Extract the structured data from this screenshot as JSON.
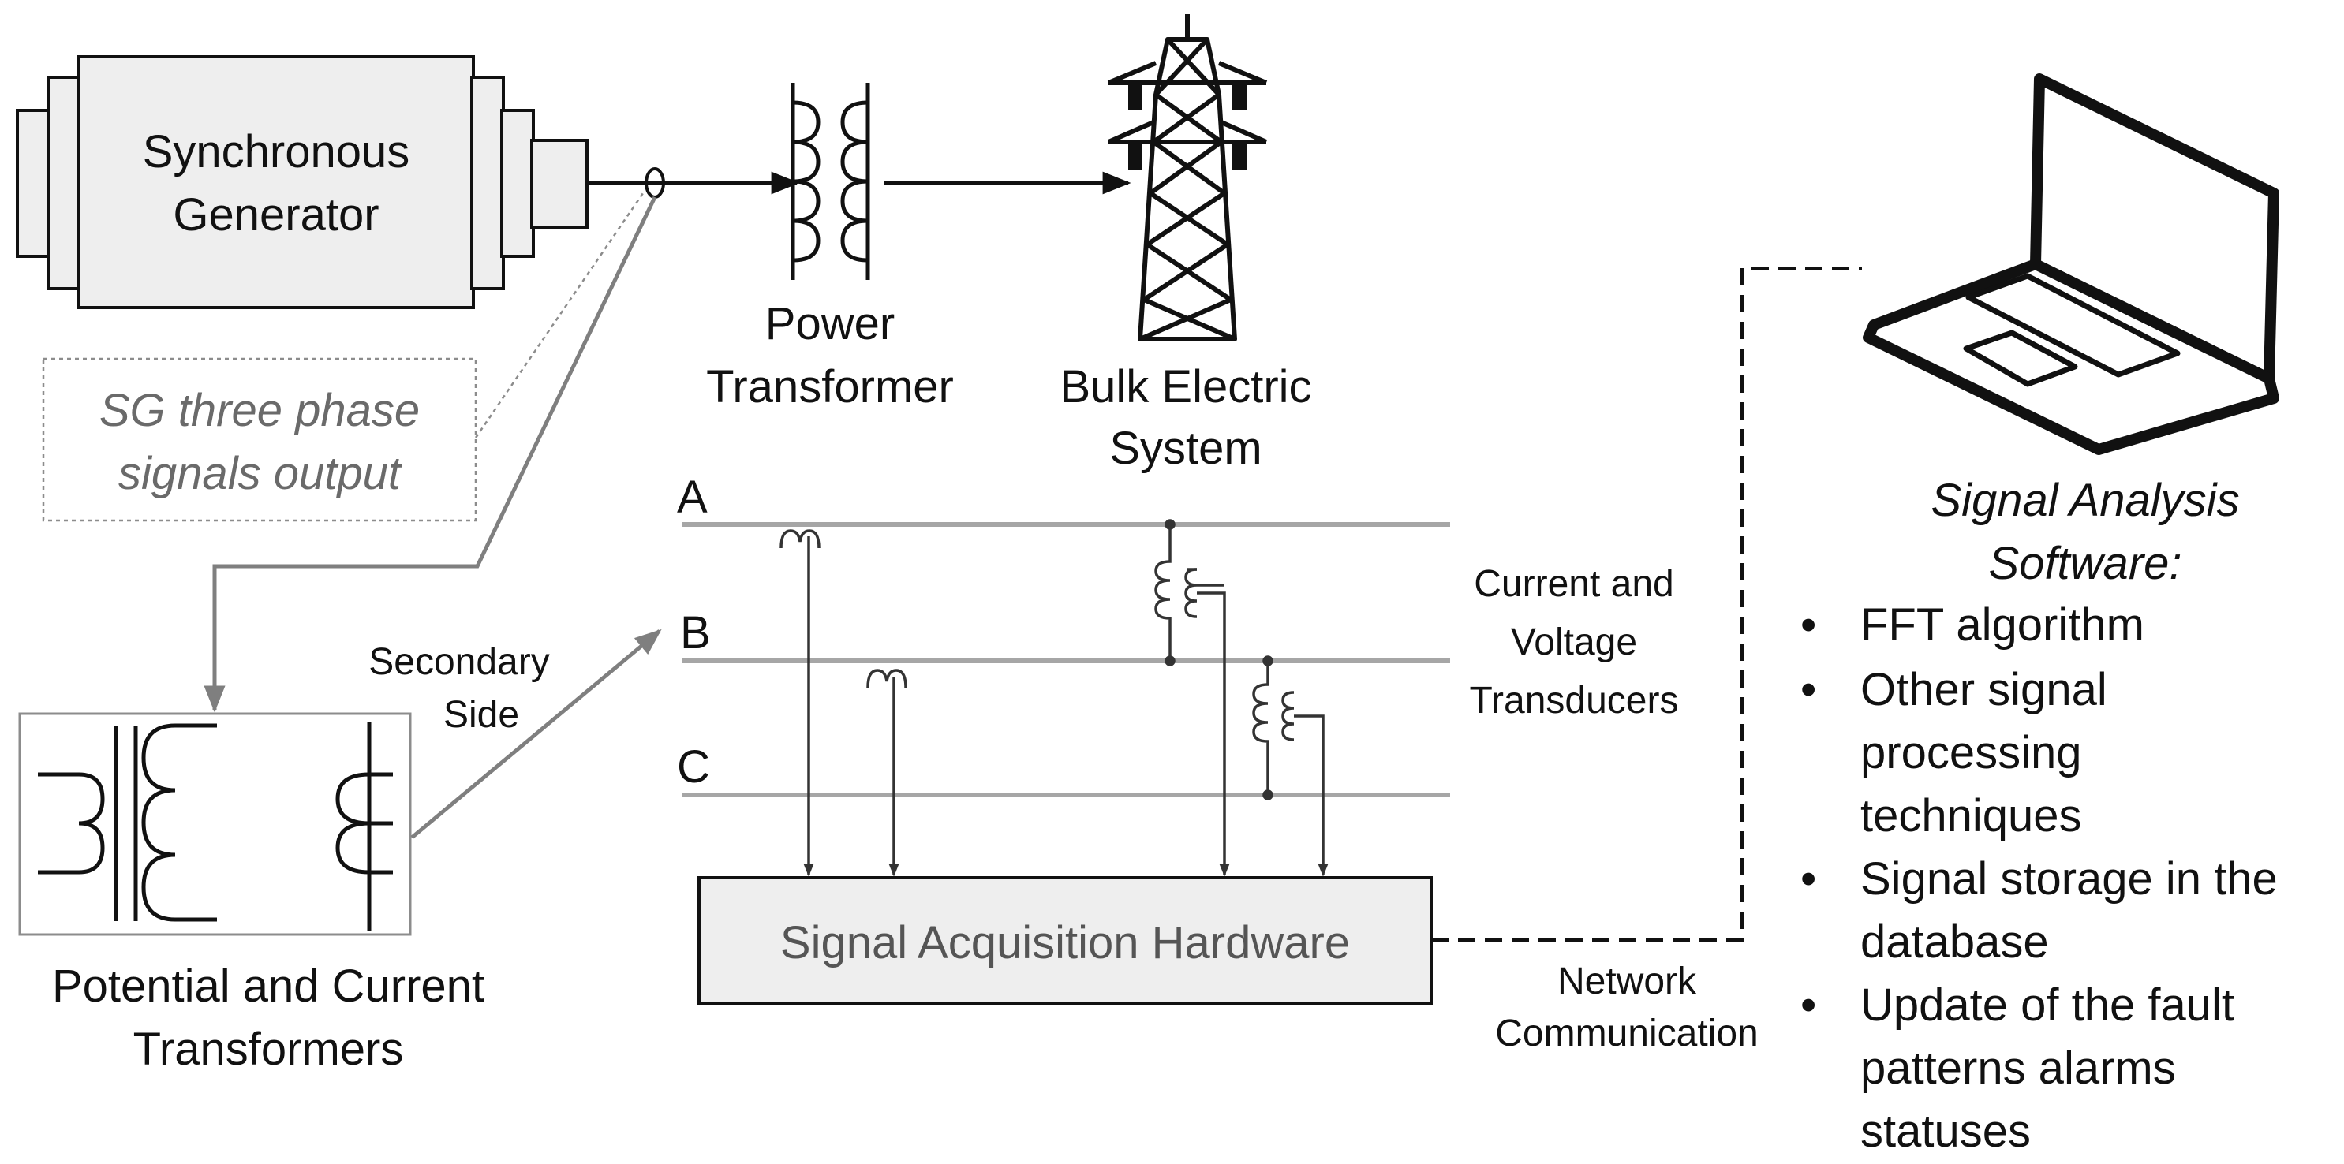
{
  "generator": {
    "line1": "Synchronous",
    "line2": "Generator"
  },
  "sg_output": {
    "line1": "SG three phase",
    "line2": "signals output"
  },
  "power_transformer": {
    "line1": "Power",
    "line2": "Transformer"
  },
  "bulk_system": {
    "line1": "Bulk Electric",
    "line2": "System"
  },
  "pt_ct": {
    "line1": "Potential and Current",
    "line2": "Transformers"
  },
  "secondary_side": {
    "line1": "Secondary",
    "line2": "Side"
  },
  "phases": [
    "A",
    "B",
    "C"
  ],
  "transducers": {
    "line1": "Current and",
    "line2": "Voltage",
    "line3": "Transducers"
  },
  "acquisition": {
    "label": "Signal Acquisition Hardware"
  },
  "network": {
    "line1": "Network",
    "line2": "Communication"
  },
  "software": {
    "title_line1": "Signal Analysis",
    "title_line2": "Software:",
    "bullet": "•",
    "items": [
      [
        "FFT algorithm"
      ],
      [
        "Other signal",
        "processing",
        "techniques"
      ],
      [
        "Signal storage in the",
        "database"
      ],
      [
        "Update of the fault",
        "patterns alarms",
        "statuses"
      ]
    ]
  },
  "colors": {
    "box_fill": "#eeeeee",
    "line": "#111111",
    "secondary_line": "#7f7f7f",
    "bus_line": "#a6a6a6",
    "dashed_box": "#7f7f7f"
  }
}
